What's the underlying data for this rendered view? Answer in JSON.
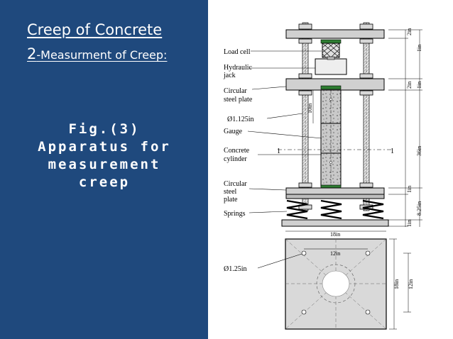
{
  "slide": {
    "title_line1": "Creep of Concrete",
    "title_line2_num": "2",
    "title_line2_text": "-Measurment of Creep:",
    "caption_lines": [
      "Fig.(3)",
      "Apparatus for",
      "measurement",
      "creep"
    ]
  },
  "figure": {
    "labels": {
      "load_cell": "Load cell",
      "hydraulic_jack_1": "Hydraulic",
      "hydraulic_jack_2": "jack",
      "circular_plate_top_1": "Circular",
      "circular_plate_top_2": "steel plate",
      "rod_dia": "Ø1.125in",
      "gauge": "Gauge",
      "concrete_cyl_1": "Concrete",
      "concrete_cyl_2": "cylinder",
      "circular_plate_bottom_1": "Circular",
      "circular_plate_bottom_2": "steel",
      "circular_plate_bottom_3": "plate",
      "springs": "Springs",
      "hole_dia": "Ø1.25in",
      "section_mark": "1"
    },
    "dims": {
      "d_2in_top": "2in",
      "d_1in_top": "1in",
      "d_2in_mid": "2in",
      "d_1in_mid": "1in",
      "d_10in": "10in",
      "d_36in": "36in",
      "d_1in_low": "1in",
      "d_825in": "8.25in",
      "d_1in_bottom": "1in",
      "d_18in_h": "18in",
      "d_12in_h": "12in",
      "d_18in_v": "18in",
      "d_12in_v": "12in"
    }
  }
}
